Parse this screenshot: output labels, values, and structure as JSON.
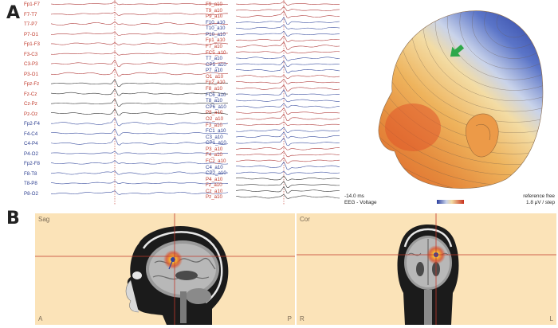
{
  "panels": {
    "a_label": "A",
    "b_label": "B"
  },
  "eeg_left_channels": [
    "Fp1-F7",
    "F7-T7",
    "T7-P7",
    "P7-O1",
    "Fp1-F3",
    "F3-C3",
    "C3-P3",
    "P3-O1",
    "Fpz-Fz",
    "Fz-Cz",
    "Cz-Pz",
    "Pz-Oz",
    "Fp2-F4",
    "F4-C4",
    "C4-P4",
    "P4-O2",
    "Fp2-F8",
    "F8-T8",
    "T8-P8",
    "P8-O2"
  ],
  "eeg_right_channels": [
    "F9_a10",
    "T9_a10",
    "P9_a10",
    "F10_a10",
    "T10_a10",
    "P10_a10",
    "Fp1_a10",
    "F7_a10",
    "FC5_a10",
    "T7_a10",
    "CP5_a10",
    "P7_a10",
    "O1_a10",
    "Fp2_a10",
    "F8_a10",
    "FC6_a10",
    "T8_a10",
    "CP6_a10",
    "P8_a10",
    "O2_a10",
    "F3_a10",
    "FC1_a10",
    "C3_a10",
    "CP1_a10",
    "P3_a10",
    "F4_a10",
    "FC2_a10",
    "C4_a10",
    "CP2_a10",
    "P4_a10",
    "Fz_a10",
    "Cz_a10",
    "Pz_a10"
  ],
  "topo": {
    "time": "-14.0 ms",
    "modality": "EEG - Voltage",
    "reference": "reference free",
    "step": "1.8 μV / step"
  },
  "mri": {
    "sag_title": "Sag",
    "sag_left": "A",
    "sag_right": "P",
    "cor_title": "Cor",
    "cor_left": "R",
    "cor_right": "L"
  },
  "colors": {
    "red_trace": "#b03a3a",
    "blue_trace": "#3b4fa0",
    "black_trace": "#333333",
    "crosshair": "#c0392b",
    "mri_bg": "#fbe3b8"
  }
}
